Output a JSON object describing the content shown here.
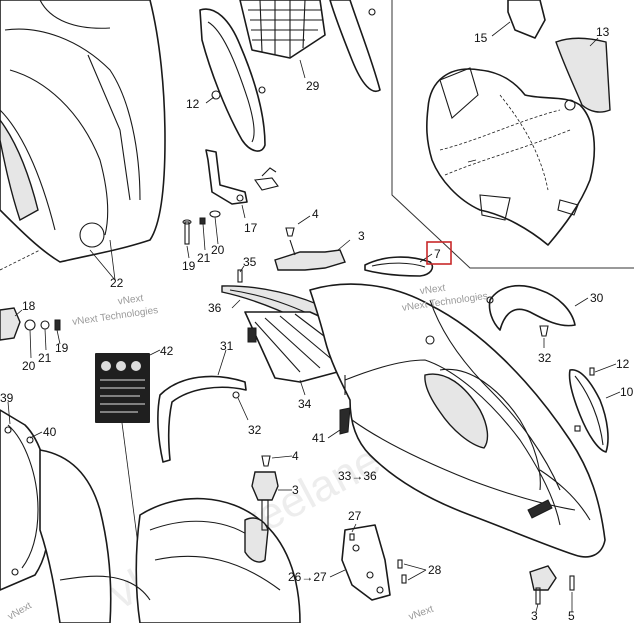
{
  "callouts": {
    "c15": "15",
    "c13": "13",
    "c29": "29",
    "c12a": "12",
    "c17": "17",
    "c4a": "4",
    "c3a": "3",
    "c7": "7",
    "c19a": "19",
    "c21a": "21",
    "c20a": "20",
    "c22": "22",
    "c35": "35",
    "c18": "18",
    "c20b": "20",
    "c21b": "21",
    "c19b": "19",
    "c36": "36",
    "c30": "30",
    "c32a": "32",
    "c12b": "12",
    "c10": "10",
    "c42": "42",
    "c31": "31",
    "c34": "34",
    "c39": "39",
    "c40": "40",
    "c32b": "32",
    "c41": "41",
    "c4b": "4",
    "c3b": "3",
    "c33_36": "33→36",
    "c27": "27",
    "c28": "28",
    "c26_27": "26→27",
    "c3c": "3",
    "c5": "5"
  },
  "watermarks": {
    "w1a": "vNext",
    "w1b": "vNext Technologies",
    "w2a": "vNext",
    "w2b": "vNext Technologies",
    "w3": "vNext",
    "w4": "vNext",
    "big": "vladex.treelane.m"
  },
  "colors": {
    "highlight": "#c8282a",
    "line": "#1a1a1a"
  }
}
